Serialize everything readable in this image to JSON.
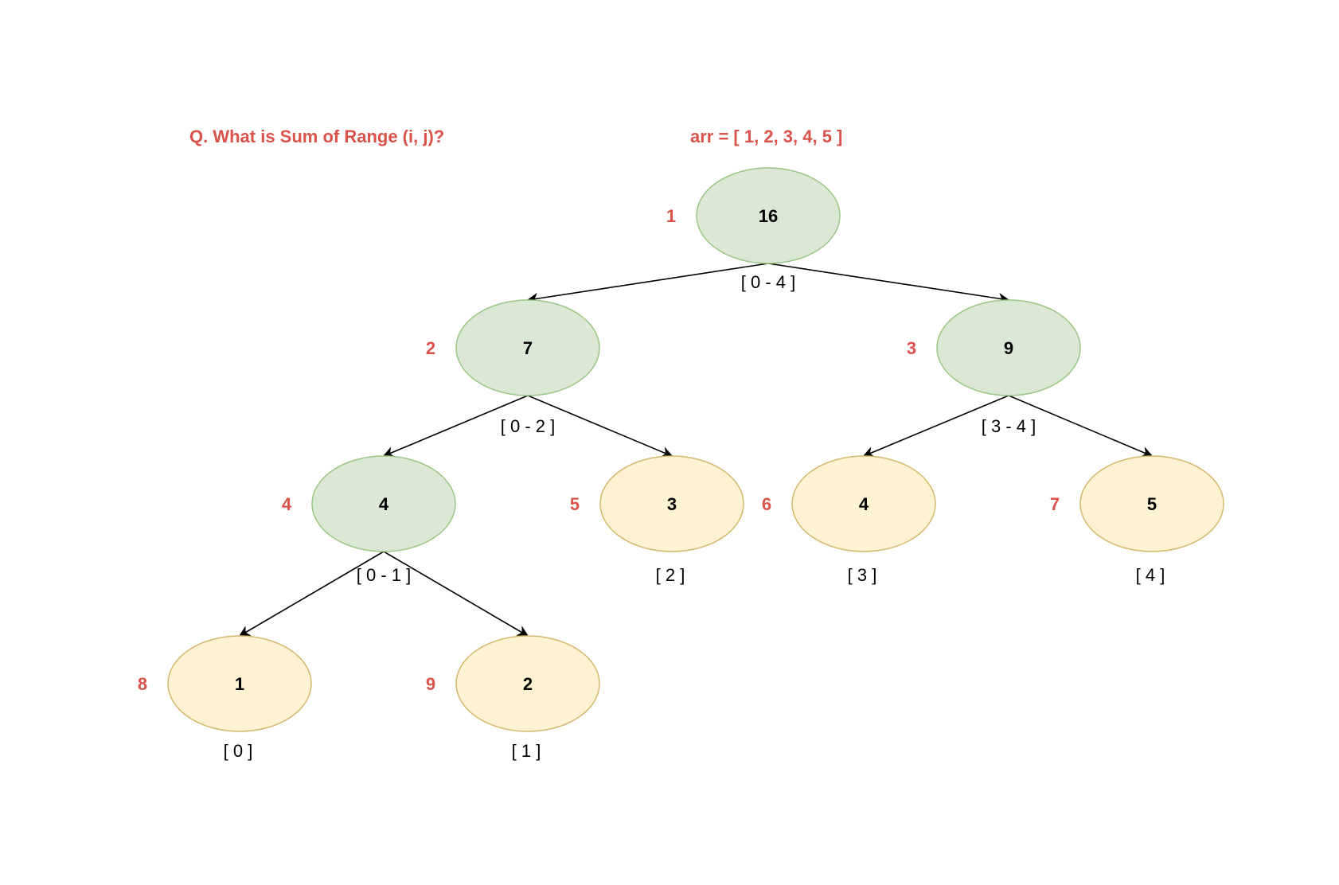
{
  "title": {
    "question": "Q. What is Sum of Range (i, j)?",
    "array": "arr = [ 1, 2, 3, 4, 5 ]"
  },
  "colors": {
    "accent_red": "#d9534a",
    "internal_fill": "#dae8d5",
    "internal_stroke": "#9bc686",
    "leaf_fill": "#fdf2d2",
    "leaf_stroke": "#d4b86a",
    "edge": "#000000",
    "text": "#000000"
  },
  "tree": {
    "nodes": [
      {
        "id": 1,
        "value": "16",
        "index_label": "1",
        "range": "[ 0 - 4 ]",
        "kind": "internal"
      },
      {
        "id": 2,
        "value": "7",
        "index_label": "2",
        "range": "[ 0 - 2 ]",
        "kind": "internal"
      },
      {
        "id": 3,
        "value": "9",
        "index_label": "3",
        "range": "[ 3 - 4 ]",
        "kind": "internal"
      },
      {
        "id": 4,
        "value": "4",
        "index_label": "4",
        "range": "[ 0 - 1 ]",
        "kind": "internal"
      },
      {
        "id": 5,
        "value": "3",
        "index_label": "5",
        "range": "[ 2 ]",
        "kind": "leaf"
      },
      {
        "id": 6,
        "value": "4",
        "index_label": "6",
        "range": "[ 3 ]",
        "kind": "leaf"
      },
      {
        "id": 7,
        "value": "5",
        "index_label": "7",
        "range": "[ 4 ]",
        "kind": "leaf"
      },
      {
        "id": 8,
        "value": "1",
        "index_label": "8",
        "range": "[ 0 ]",
        "kind": "leaf"
      },
      {
        "id": 9,
        "value": "2",
        "index_label": "9",
        "range": "[ 1 ]",
        "kind": "leaf"
      }
    ],
    "edges": [
      {
        "from": 1,
        "to": 2
      },
      {
        "from": 1,
        "to": 3
      },
      {
        "from": 2,
        "to": 4
      },
      {
        "from": 2,
        "to": 5
      },
      {
        "from": 3,
        "to": 6
      },
      {
        "from": 3,
        "to": 7
      },
      {
        "from": 4,
        "to": 8
      },
      {
        "from": 4,
        "to": 9
      }
    ]
  }
}
